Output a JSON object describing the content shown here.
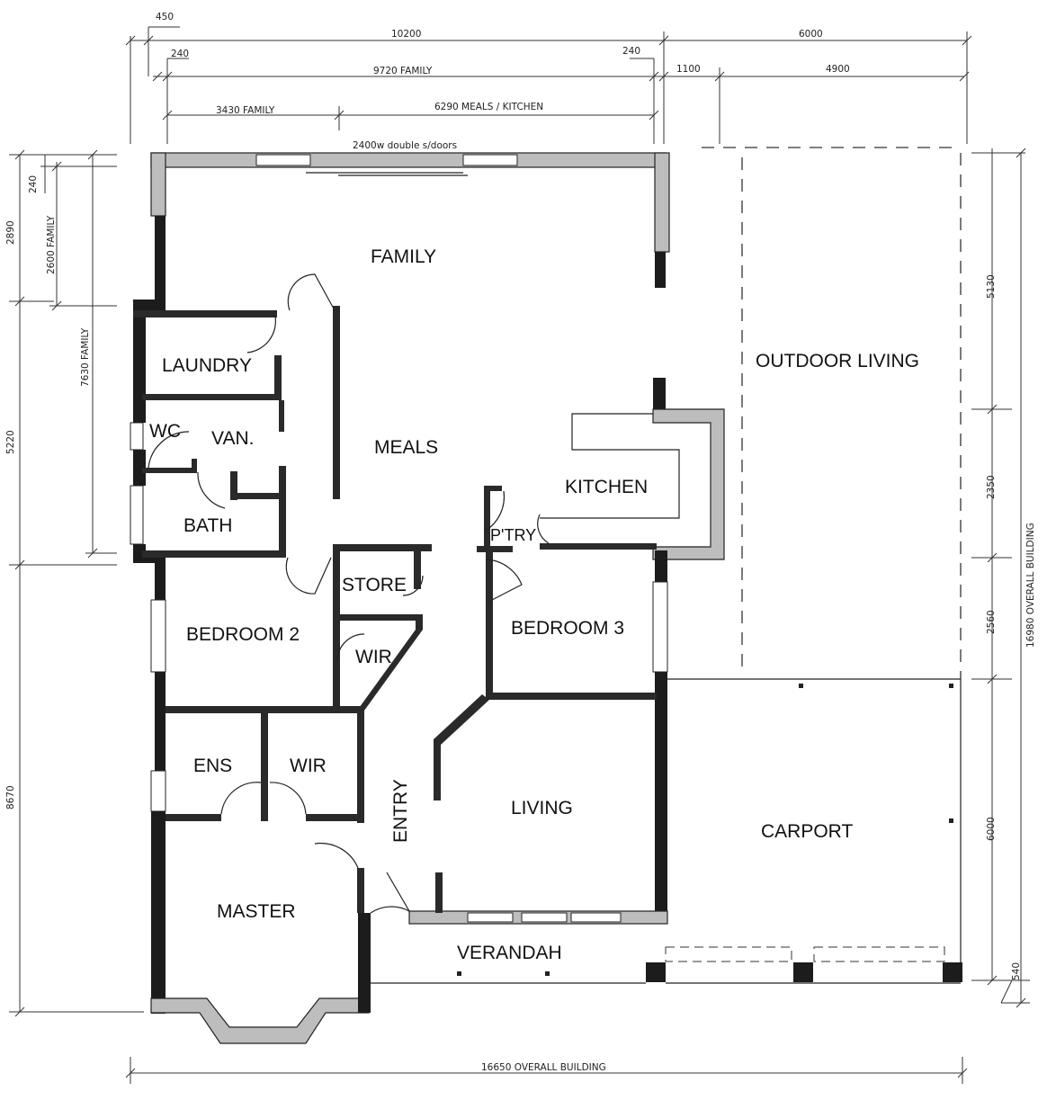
{
  "dimensions": {
    "top": {
      "d450": "450",
      "d10200": "10200",
      "d6000": "6000",
      "d240_left": "240",
      "d9720": "9720 FAMILY",
      "d240_right": "240",
      "d1100": "1100",
      "d4900": "4900",
      "d3430": "3430 FAMILY",
      "d6290": "6290 MEALS / KITCHEN",
      "doors_note": "2400w double s/doors"
    },
    "left": {
      "d2890": "2890",
      "d240": "240",
      "d2600": "2600 FAMILY",
      "d7630": "7630 FAMILY",
      "d5220": "5220",
      "d8670": "8670"
    },
    "right": {
      "d5130": "5130",
      "d2350": "2350",
      "d2560": "2560",
      "d6000": "6000",
      "d540": "540",
      "overall": "16980 OVERALL BUILDING"
    },
    "bottom": {
      "overall": "16650 OVERALL BUILDING"
    }
  },
  "rooms": {
    "family": "FAMILY",
    "laundry": "LAUNDRY",
    "wc": "WC",
    "van": "VAN.",
    "meals": "MEALS",
    "bath": "BATH",
    "kitchen": "KITCHEN",
    "pantry": "P'TRY",
    "outdoor_living": "OUTDOOR LIVING",
    "store": "STORE",
    "bedroom2": "BEDROOM 2",
    "bedroom3": "BEDROOM 3",
    "wir_upper": "WIR",
    "ens": "ENS",
    "wir_lower": "WIR",
    "entry": "ENTRY",
    "living": "LIVING",
    "carport": "CARPORT",
    "master": "MASTER",
    "verandah": "VERANDAH"
  }
}
